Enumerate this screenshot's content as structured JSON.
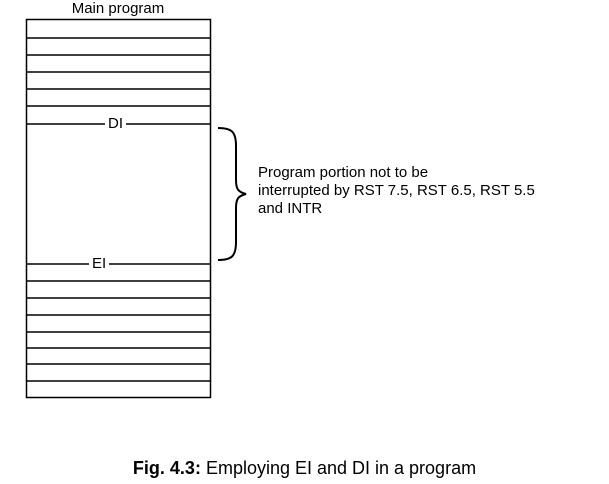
{
  "diagram": {
    "program_title": "Main program",
    "disable_marker": "DI",
    "enable_marker": "EI",
    "annotation_lines": [
      "Program portion not to be",
      "interrupted by RST 7.5, RST 6.5, RST 5.5",
      "and INTR"
    ]
  },
  "caption": {
    "label": "Fig. 4.3:",
    "text": " Employing EI and DI in a program"
  },
  "colors": {
    "stroke": "#000000",
    "background": "#ffffff"
  }
}
